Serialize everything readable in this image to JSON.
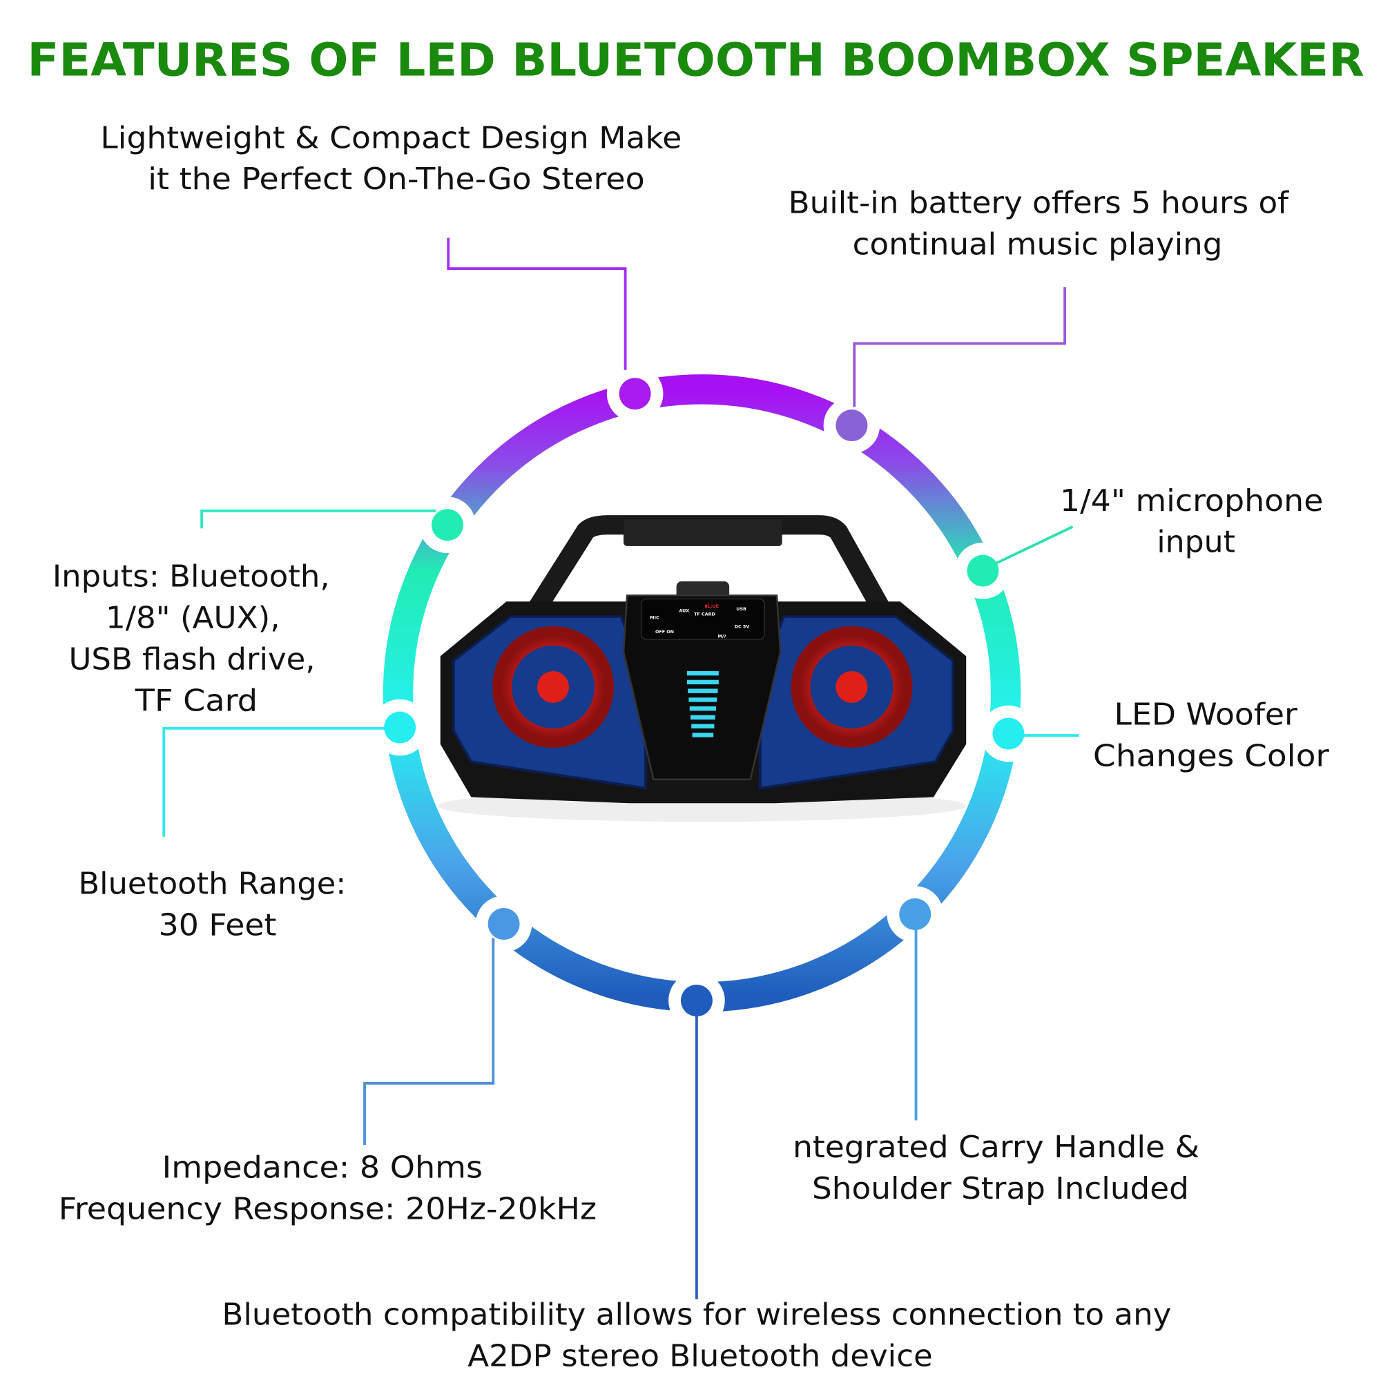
{
  "title": "FEATURES OF LED BLUETOOTH BOOMBOX SPEAKER",
  "colors": {
    "title": "#1a8a0e",
    "purple": "#a81cf0",
    "teal": "#22ecb4",
    "cyan": "#26eef0",
    "blue": "#1f5cbc"
  },
  "features": {
    "design": [
      "Lightweight & Compact Design Make",
      "it the Perfect On-The-Go Stereo"
    ],
    "battery": [
      "Built-in battery offers 5 hours of",
      "continual music playing"
    ],
    "mic": [
      "1/4\" microphone",
      "input"
    ],
    "led": [
      "LED Woofer",
      "Changes Color"
    ],
    "handle": [
      "ntegrated Carry Handle &",
      "Shoulder Strap Included"
    ],
    "compat": [
      "Bluetooth compatibility allows for wireless connection to any",
      "A2DP stereo Bluetooth device"
    ],
    "impedance": [
      "Impedance: 8 Ohms",
      "Frequency Response: 20Hz-20kHz"
    ],
    "range": [
      "Bluetooth Range:",
      "30 Feet"
    ],
    "inputs": [
      "Inputs: Bluetooth,",
      "1/8\" (AUX),",
      "USB flash drive,",
      "TF Card"
    ]
  },
  "speaker_panel": {
    "display": "8L:UE",
    "mic": "MIC",
    "aux": "AUX",
    "tf": "TF CARD",
    "usb": "USB",
    "dc": "DC 5V",
    "switch": "OFF ON",
    "mode": "M/?"
  }
}
